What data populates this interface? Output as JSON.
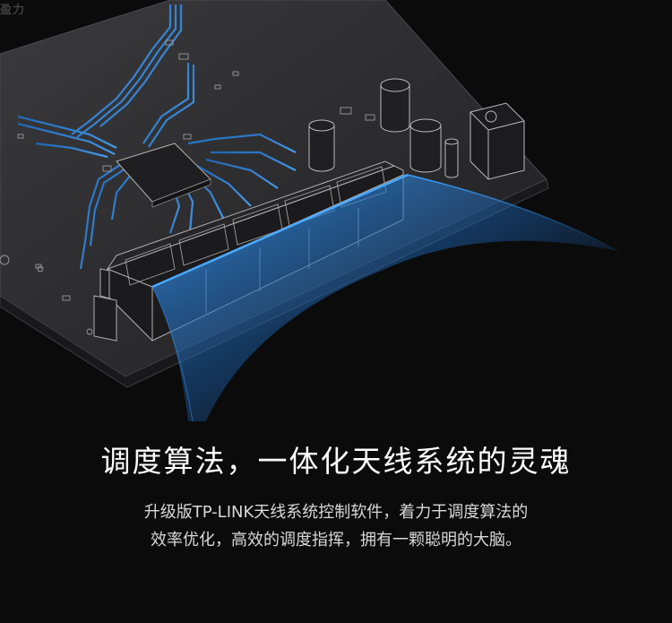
{
  "watermark": "盈力",
  "headline": "调度算法，一体化天线系统的灵魂",
  "description": {
    "line1": "升级版TP-LINK天线系统控制软件，着力于调度算法的",
    "line2": "效率优化，高效的调度指挥，拥有一颗聪明的大脑。"
  },
  "colors": {
    "background": "#0b0b0c",
    "board": "#2b2b2d",
    "outline": "#9a9a9a",
    "trace": "#2f7fd6",
    "highlight": "#3aa0ff"
  },
  "icons": [
    "circuit-board-illustration"
  ]
}
